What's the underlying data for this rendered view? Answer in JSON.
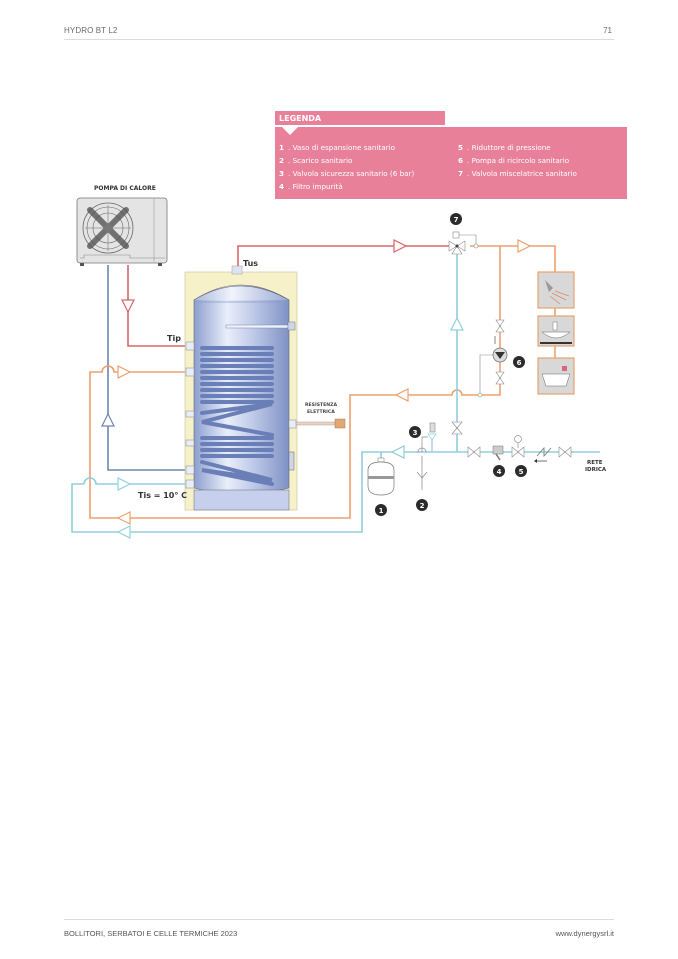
{
  "header": {
    "title": "HYDRO BT L2",
    "page_number": "71"
  },
  "footer": {
    "left": "BOLLITORI, SERBATOI E CELLE TERMICHE 2023",
    "right": "www.dynergysrl.it"
  },
  "legend": {
    "title": "LEGENDA",
    "items": [
      {
        "num": "1",
        "label": ". Vaso di espansione sanitario"
      },
      {
        "num": "2",
        "label": ". Scarico sanitario"
      },
      {
        "num": "3",
        "label": ". Valvola sicurezza sanitario (6 bar)"
      },
      {
        "num": "4",
        "label": ". Filtro impurità"
      },
      {
        "num": "5",
        "label": ". Riduttore di pressione"
      },
      {
        "num": "6",
        "label": ". Pompa di ricircolo sanitario"
      },
      {
        "num": "7",
        "label": ". Valvola miscelatrice sanitario"
      }
    ]
  },
  "diagram": {
    "heat_pump_label": "POMPA DI CALORE",
    "tus_label": "Tus",
    "tip_label": "Tip",
    "tis_label": "Tis = 10° C",
    "heater_label_1": "RESISTENZA",
    "heater_label_2": "ELETTRICA",
    "mains_label_1": "RETE",
    "mains_label_2": "IDRICA",
    "markers": [
      "1",
      "2",
      "3",
      "4",
      "5",
      "6",
      "7"
    ],
    "colors": {
      "hot": "#d9666b",
      "mixed": "#eda06e",
      "cold": "#8fcfdc",
      "return": "#6e86b0",
      "legend_bg": "#e8809a",
      "tank_insulation": "#f6f1c9"
    }
  }
}
